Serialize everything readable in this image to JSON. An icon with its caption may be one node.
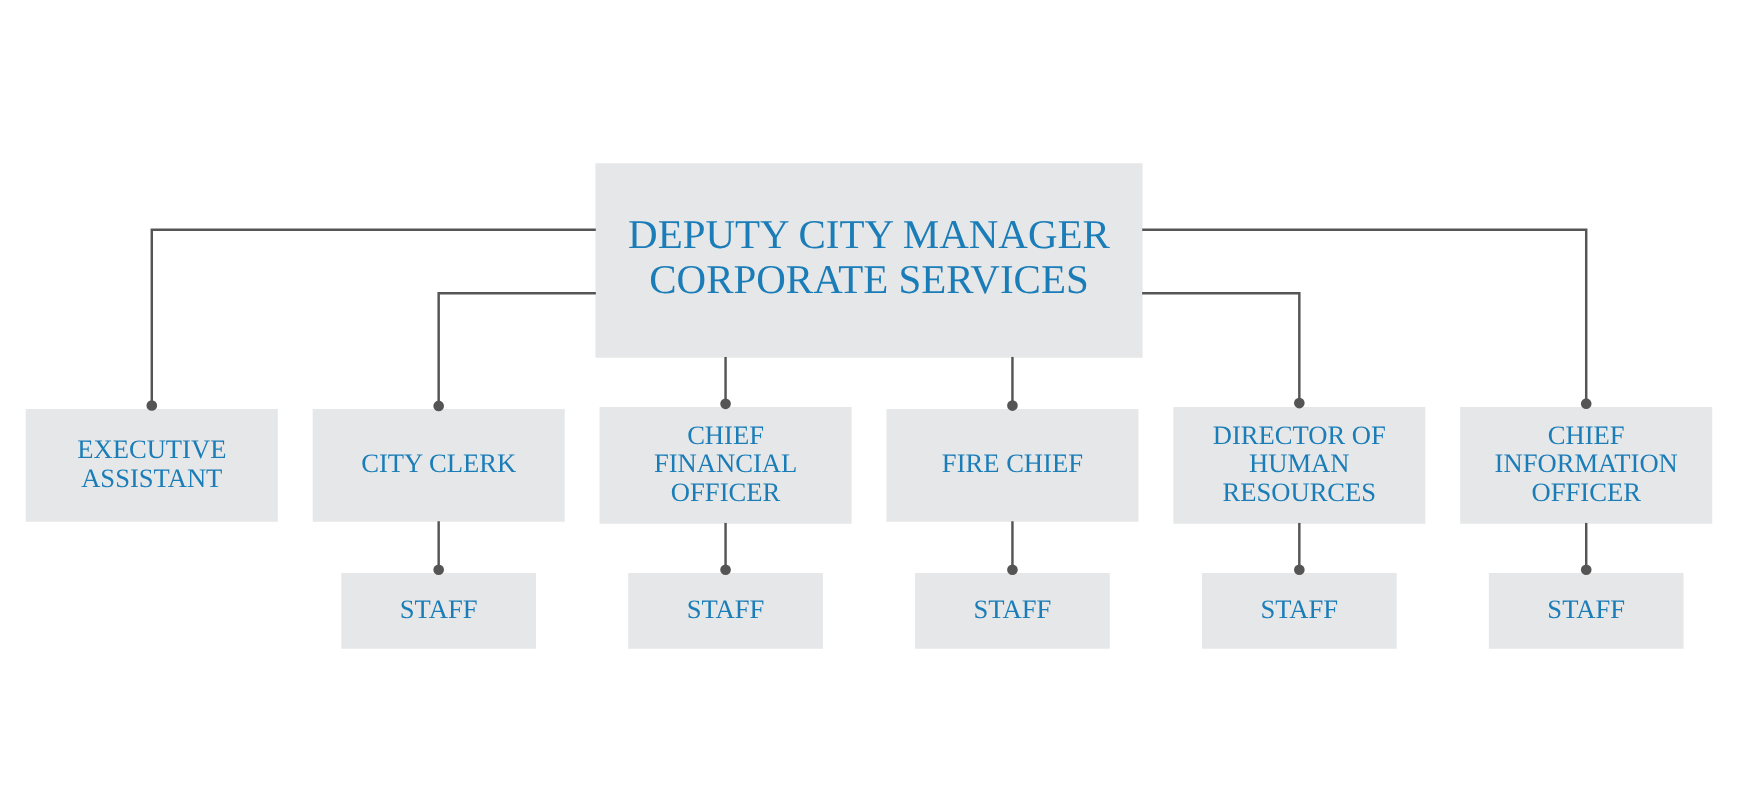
{
  "diagram": {
    "nodes": [
      {
        "text": [
          "DEPUTY CITY MANAGER CORPORATE SERVICES"
        ]
      },
      {
        "text": [
          "EXECUTIVE ASSISTANT"
        ]
      },
      {
        "text": [
          "CITY CLERK"
        ]
      },
      {
        "text": [
          "CHIEF FINANCIAL OFFICER"
        ]
      },
      {
        "text": [
          "FIRE CHIEF"
        ]
      },
      {
        "text": [
          "DIRECTOR OF HUMAN RESOURCES"
        ]
      },
      {
        "text": [
          "CHIEF INFORMATION OFFICER"
        ]
      },
      {
        "text": [
          "STAFF"
        ]
      },
      {
        "text": [
          "STAFF"
        ]
      },
      {
        "text": [
          "STAFF"
        ]
      },
      {
        "text": [
          "STAFF"
        ]
      },
      {
        "text": [
          "STAFF"
        ]
      }
    ],
    "edges": [
      {
        "from": 0,
        "to": 1,
        "arrow": "other"
      },
      {
        "from": 0,
        "to": 2,
        "arrow": "other"
      },
      {
        "from": 0,
        "to": 3,
        "arrow": "other"
      },
      {
        "from": 0,
        "to": 4,
        "arrow": "other"
      },
      {
        "from": 0,
        "to": 5,
        "arrow": "other"
      },
      {
        "from": 0,
        "to": 6,
        "arrow": "other"
      },
      {
        "from": 2,
        "to": 7,
        "arrow": "other"
      },
      {
        "from": 3,
        "to": 8,
        "arrow": "other"
      },
      {
        "from": 4,
        "to": 9,
        "arrow": "other"
      },
      {
        "from": 5,
        "to": 10,
        "arrow": "other"
      },
      {
        "from": 6,
        "to": 11,
        "arrow": "other"
      }
    ]
  }
}
